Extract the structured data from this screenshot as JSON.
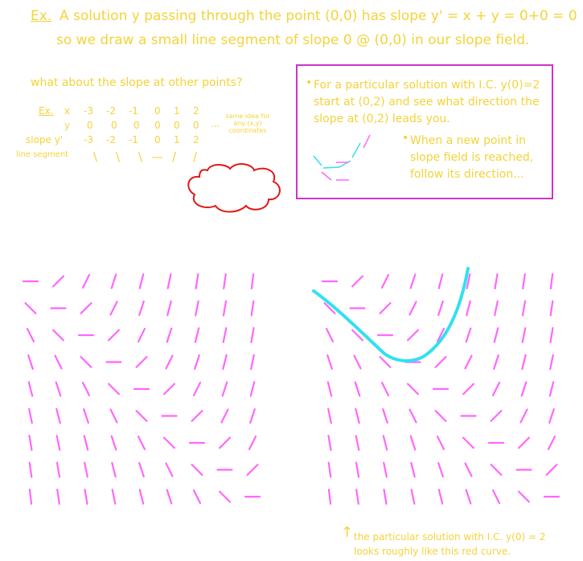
{
  "heading": {
    "ex_label": "Ex.",
    "line1": "A solution y passing through the point (0,0) has slope y' = x + y = 0+0 = 0",
    "line2": "so we draw a small line segment of slope 0 @ (0,0) in our slope field."
  },
  "question": "what about the slope at other points?",
  "table": {
    "ex_label": "Ex.",
    "rows": [
      {
        "label": "x",
        "values": [
          "-3",
          "-2",
          "-1",
          "0",
          "1",
          "2"
        ]
      },
      {
        "label": "y",
        "values": [
          "0",
          "0",
          "0",
          "0",
          "0",
          "0"
        ]
      },
      {
        "label": "slope y'",
        "values": [
          "-3",
          "-2",
          "-1",
          "0",
          "1",
          "2"
        ]
      },
      {
        "label": "line segment",
        "values": [
          "\\",
          "\\",
          "\\",
          "—",
          "/",
          "/"
        ]
      }
    ],
    "ellipsis": "...",
    "side_note": "same idea for any (x,y) coordinates"
  },
  "box": {
    "bullet1": "For a particular solution with I.C. y(0)=2 start at (0,2) and see what direction the slope at (0,2) leads you.",
    "bullet2": "When a new point in slope field is reached, follow its direction..."
  },
  "caption": {
    "line1": "the particular solution with I.C. y(0) = 2",
    "line2": "looks roughly like this red curve."
  },
  "colors": {
    "note_text": "#f4d33a",
    "segments": "#ff66ff",
    "solution_curve": "#33e0f0",
    "cloud": "#e01818",
    "box_border": "#cc33cc"
  },
  "slope_field": {
    "equation": "y' = x + y",
    "x_values": [
      -4,
      -3,
      -2,
      -1,
      0,
      1,
      2,
      3,
      4
    ],
    "y_values": [
      4,
      3,
      2,
      1,
      0,
      -1,
      -2,
      -3,
      -4
    ]
  }
}
